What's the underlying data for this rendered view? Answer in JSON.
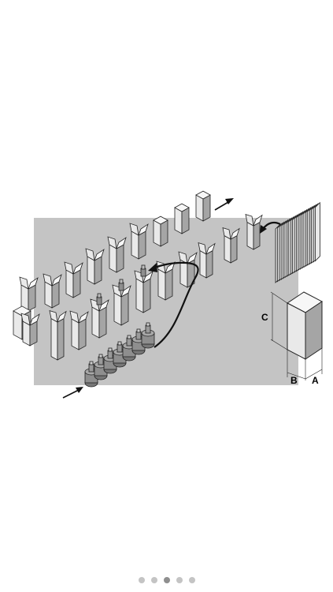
{
  "diagram": {
    "dimension_labels": {
      "height": "C",
      "depth": "B",
      "width": "A"
    },
    "colors": {
      "platform": "#c4c4c4",
      "box_front": "#e9e9e9",
      "box_side": "#a5a5a5",
      "box_top": "#f7f7f7",
      "bottle": "#8e8e8e",
      "arrow": "#111111"
    }
  },
  "pagination": {
    "count": 5,
    "active_index": 2
  }
}
